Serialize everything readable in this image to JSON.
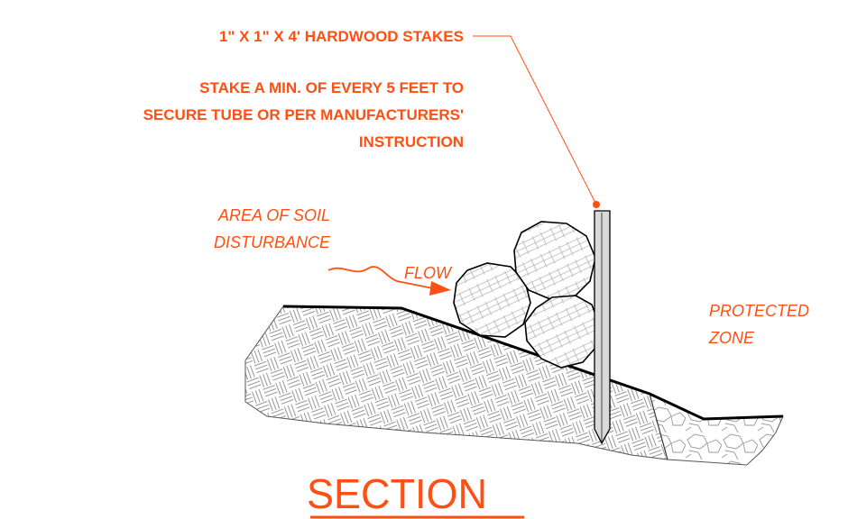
{
  "labels": {
    "stakes": "1\" X 1\" X 4' HARDWOOD STAKES",
    "stake_note_line1": "STAKE A MIN. OF EVERY 5 FEET TO",
    "stake_note_line2": "SECURE TUBE OR  PER MANUFACTURERS'",
    "stake_note_line3": "INSTRUCTION",
    "area_line1": "AREA OF SOIL",
    "area_line2": "DISTURBANCE",
    "flow": "FLOW",
    "protected_line1": "PROTECTED",
    "protected_line2": "ZONE",
    "section_title": "SECTION"
  },
  "colors": {
    "annotation": "#ff4f12",
    "outline": "#000000",
    "hatch": "#7a7a7a",
    "stake_fill": "#d9d9d9"
  }
}
